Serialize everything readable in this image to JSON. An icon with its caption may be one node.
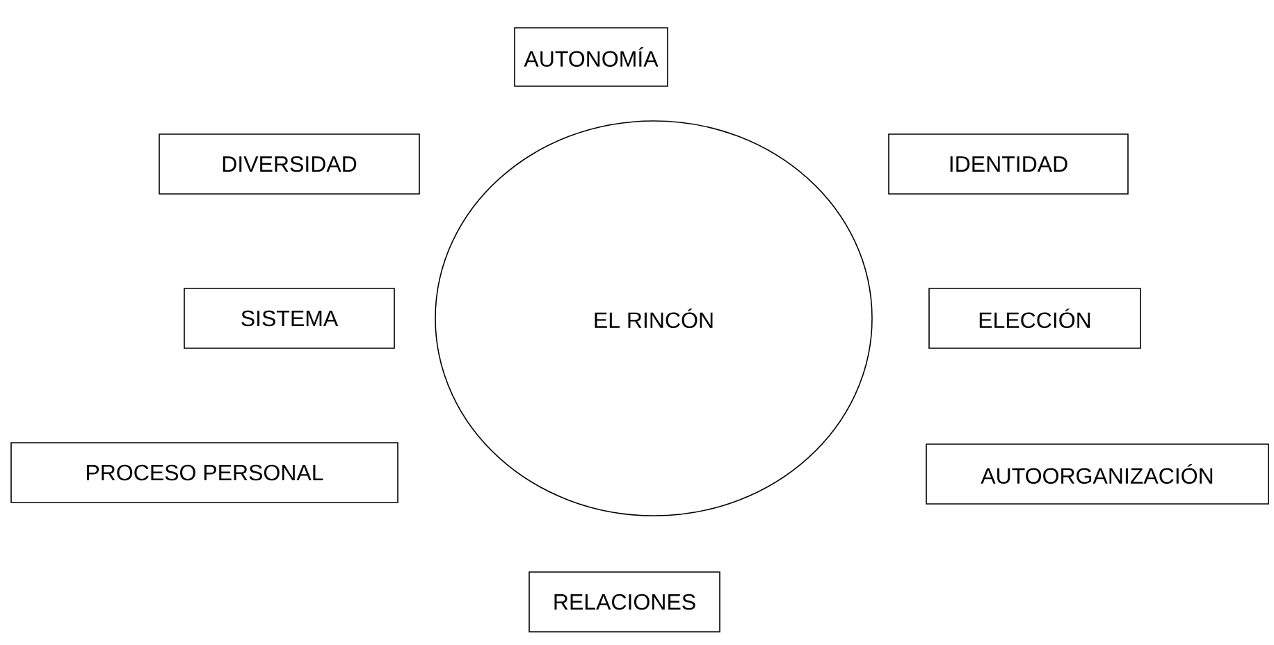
{
  "diagram": {
    "nodes": [
      {
        "text": [
          "AUTONOMÍA"
        ]
      },
      {
        "text": [
          "DIVERSIDAD"
        ]
      },
      {
        "text": [
          "IDENTIDAD"
        ]
      },
      {
        "text": [
          "SISTEMA"
        ]
      },
      {
        "text": [
          "EL RINCÓN"
        ]
      },
      {
        "text": [
          "ELECCIÓN"
        ]
      },
      {
        "text": [
          "PROCESO PERSONAL"
        ]
      },
      {
        "text": [
          "AUTOORGANIZACIÓN"
        ]
      },
      {
        "text": [
          "RELACIONES"
        ]
      }
    ]
  }
}
